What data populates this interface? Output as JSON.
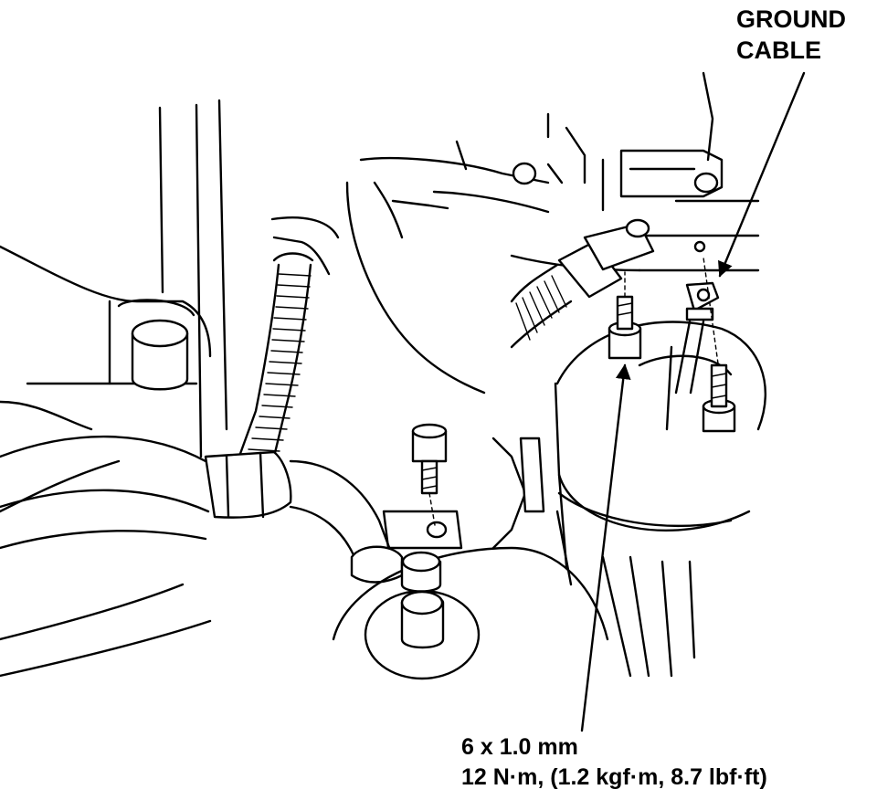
{
  "labels": {
    "ground_line1": "GROUND",
    "ground_line2": "CABLE",
    "bolt_size": "6 x 1.0 mm",
    "torque_spec": "12 N·m, (1.2 kgf·m, 8.7 lbf·ft)"
  }
}
